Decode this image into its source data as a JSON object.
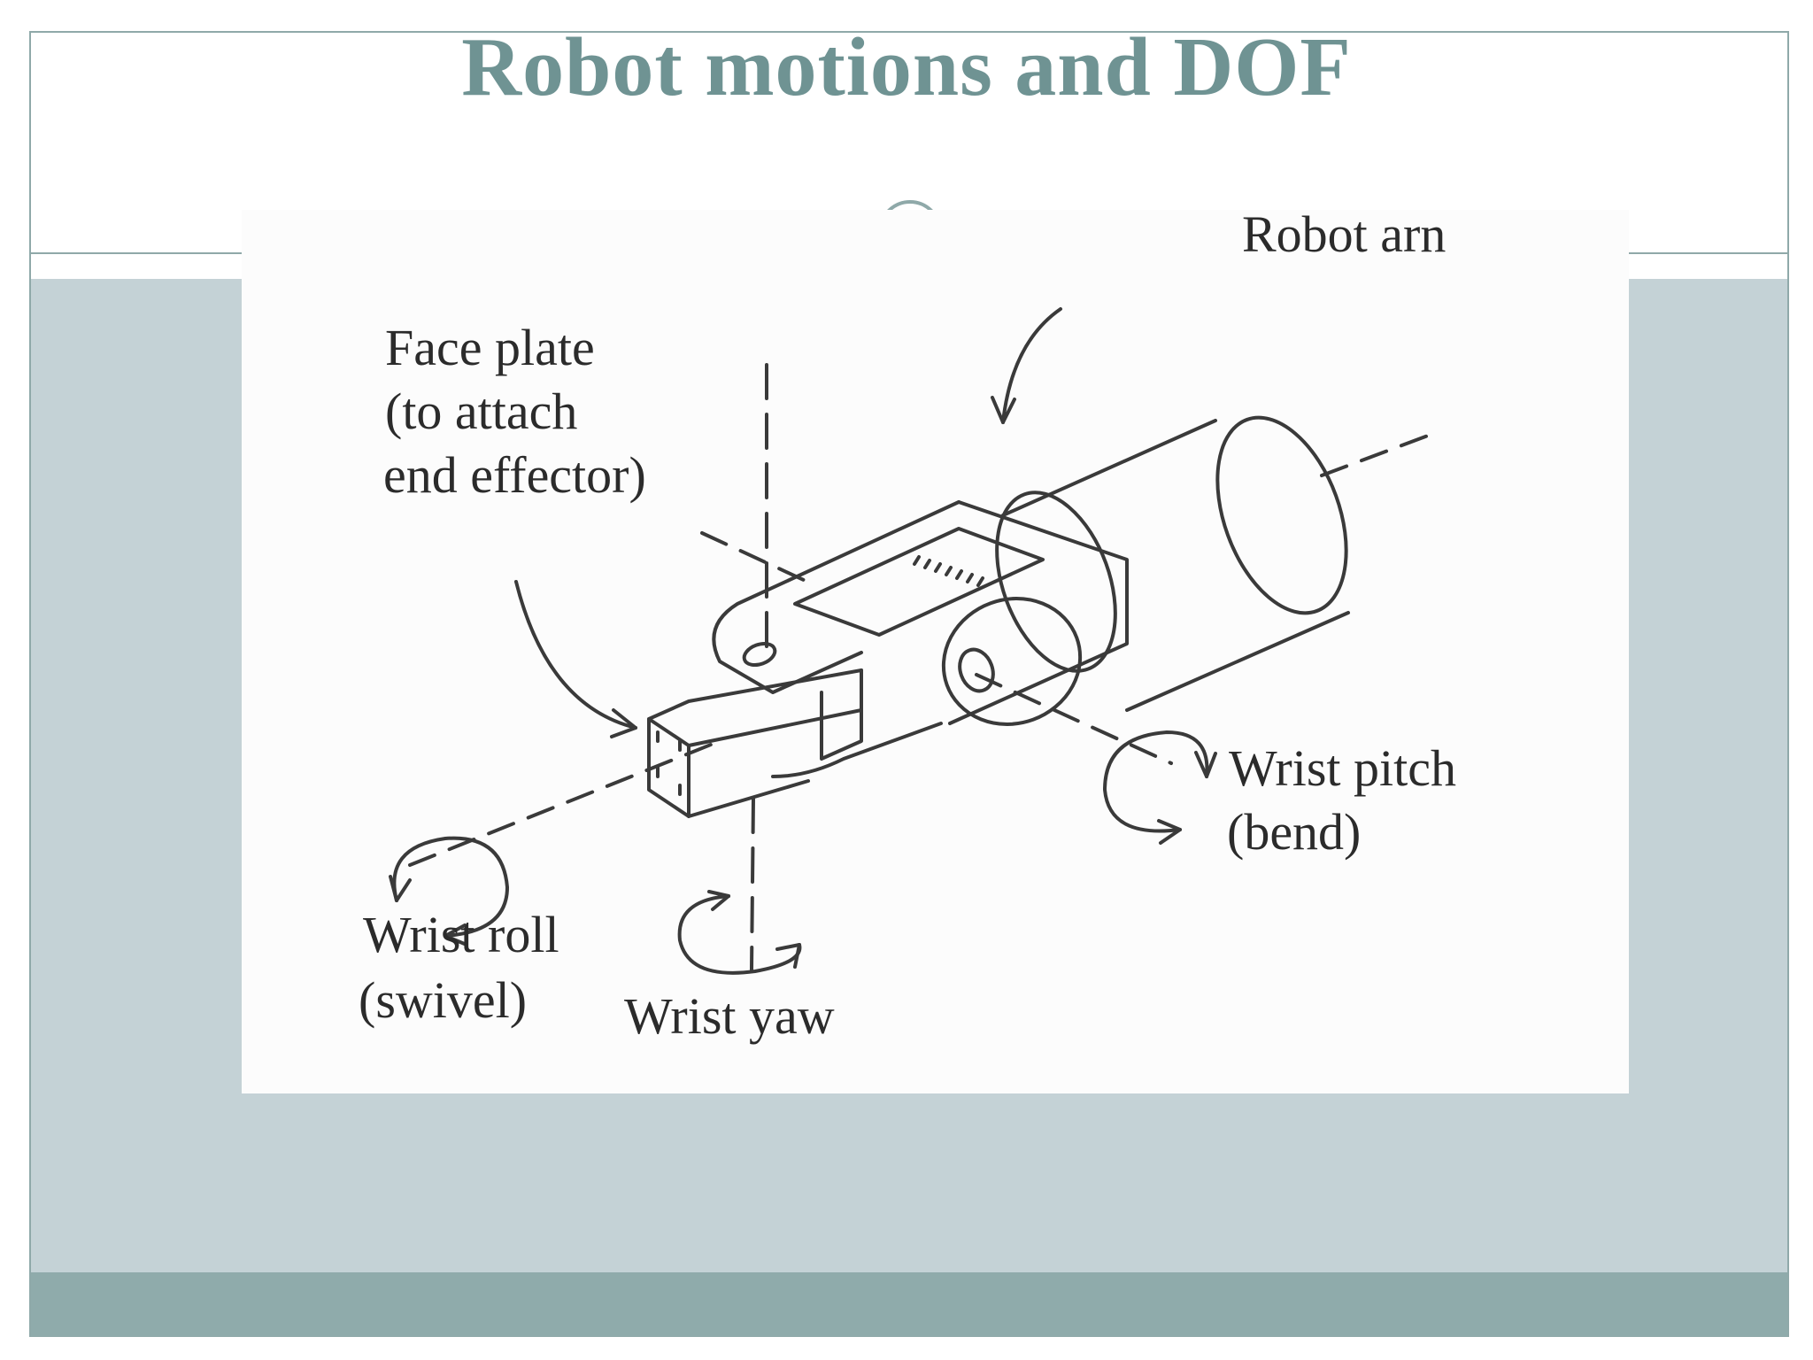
{
  "slide": {
    "title": "Robot motions and DOF"
  },
  "figure": {
    "labels": {
      "robot_arm": "Robot arn",
      "face_plate_line1": "Face plate",
      "face_plate_line2": "(to attach",
      "face_plate_line3": "end effector)",
      "wrist_pitch_line1": "Wrist pitch",
      "wrist_pitch_line2": "(bend)",
      "wrist_roll_line1": "Wrist roll",
      "wrist_roll_line2": "(swivel)",
      "wrist_yaw": "Wrist yaw"
    }
  },
  "colors": {
    "title": "#6f9393",
    "content_band": "#c4d2d6",
    "footer_band": "#8fabab",
    "line_art": "#3a3a3a"
  }
}
